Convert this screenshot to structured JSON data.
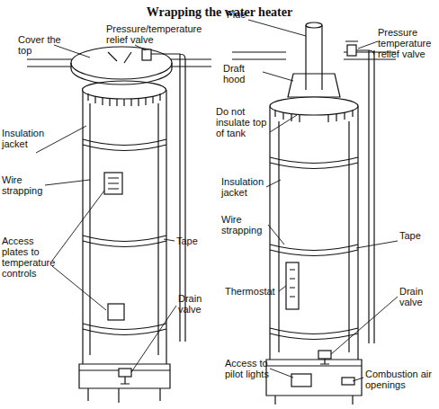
{
  "diagram": {
    "title": "Wrapping the water heater",
    "labels": [
      "Cover the top",
      "Pressure/temperature relief valve",
      "Insulation jacket",
      "Wire strapping",
      "Access plates to temperature controls",
      "Tape",
      "Drain valve",
      "Flue",
      "Draft hood",
      "Pressure temperature relief valve",
      "Do not insulate top of tank",
      "Insulation jacket",
      "Wire strapping",
      "Tape",
      "Thermostat",
      "Drain valve",
      "Access to pilot lights",
      "Combustion air openings"
    ]
  }
}
